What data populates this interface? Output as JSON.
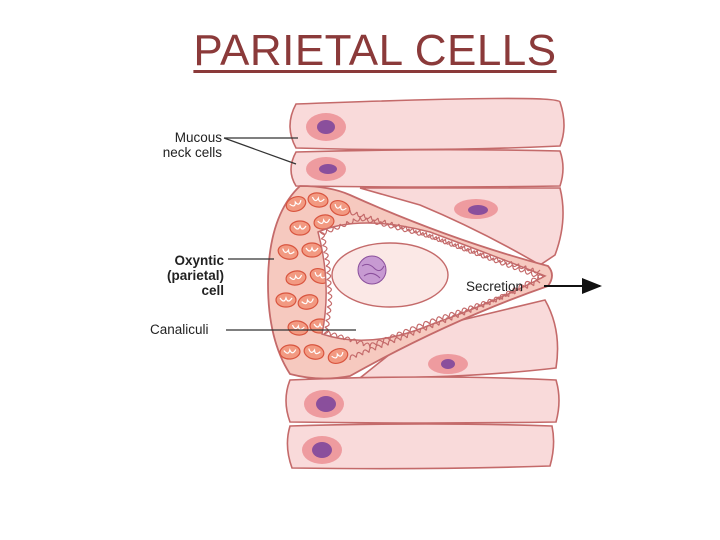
{
  "title": "PARIETAL CELLS",
  "labels": {
    "mucous_line1": "Mucous",
    "mucous_line2": "neck cells",
    "oxyntic_line1": "Oxyntic",
    "oxyntic_line2": "(parietal)",
    "oxyntic_line3": "cell",
    "canaliculi": "Canaliculi",
    "secretion": "Secretion"
  },
  "colors": {
    "title": "#8b3a3a",
    "cell_fill": "#f9dada",
    "cell_stroke": "#c46a6a",
    "parietal_fill": "#f6c9bf",
    "nucleus": "#8a4f9c",
    "halo": "#ee9b9f",
    "mitochondria": "#f29a82"
  }
}
